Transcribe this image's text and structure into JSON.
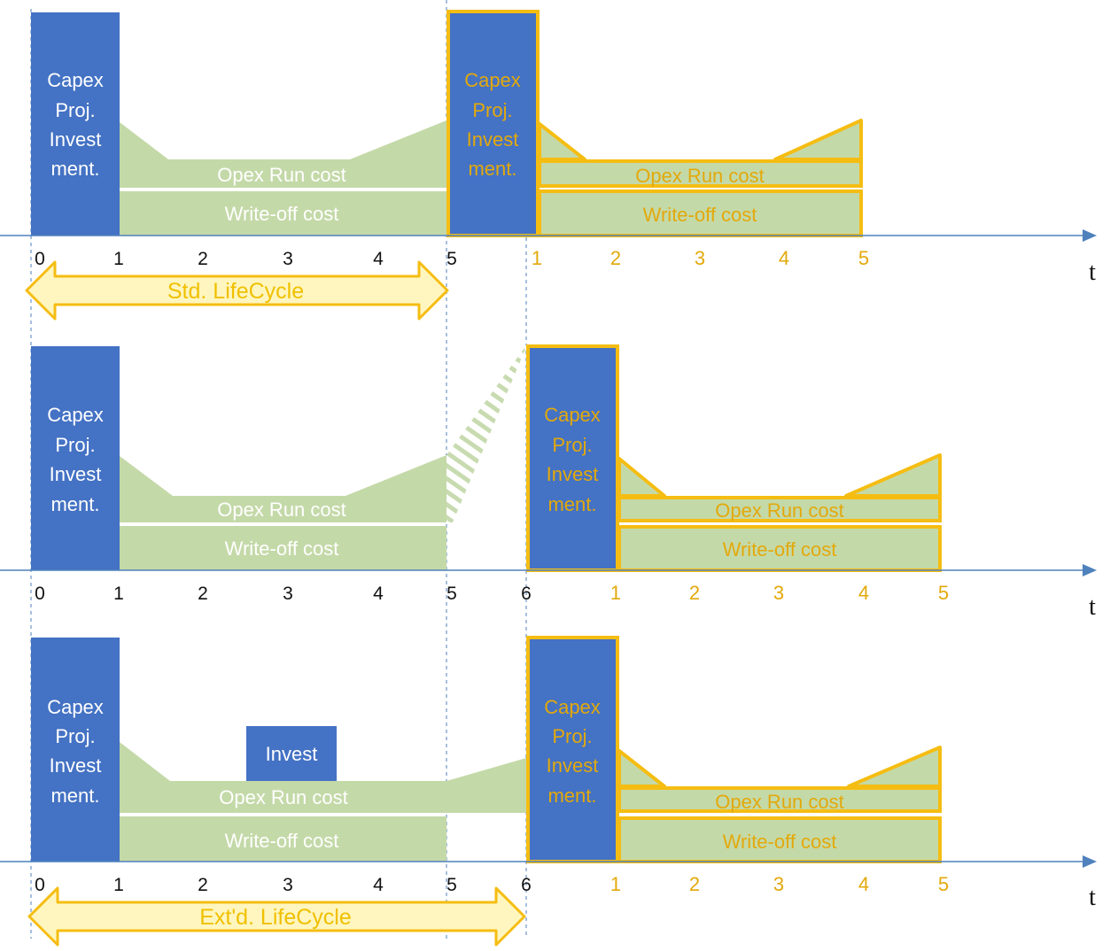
{
  "colors": {
    "capex_blue": "#4472c4",
    "green": "#c4d9a8",
    "green_light": "#d6e4c3",
    "yellow": "#f5bd12",
    "label_yellow": "#e3a90b",
    "axis": "#4f81bd",
    "arrow_fill": "#fff6bf"
  },
  "labels": {
    "capex_line1": "Capex",
    "capex_line2": "Proj.",
    "capex_line3": "Invest",
    "capex_line4": "ment.",
    "opex": "Opex Run cost",
    "writeoff": "Write-off cost",
    "invest": "Invest",
    "time_axis": "t"
  },
  "arrows": {
    "standard": "Std. LifeCycle",
    "extended": "Ext'd. LifeCycle"
  },
  "axis_ticks": {
    "row1_black": [
      "0",
      "1",
      "2",
      "3",
      "4",
      "5"
    ],
    "row1_yellow": [
      "1",
      "2",
      "3",
      "4",
      "5"
    ],
    "row2_black": [
      "0",
      "1",
      "2",
      "3",
      "4",
      "5",
      "6"
    ],
    "row2_yellow": [
      "1",
      "2",
      "3",
      "4",
      "5"
    ],
    "row3_black": [
      "0",
      "1",
      "2",
      "3",
      "4",
      "5",
      "6"
    ],
    "row3_yellow": [
      "1",
      "2",
      "3",
      "4",
      "5"
    ]
  }
}
